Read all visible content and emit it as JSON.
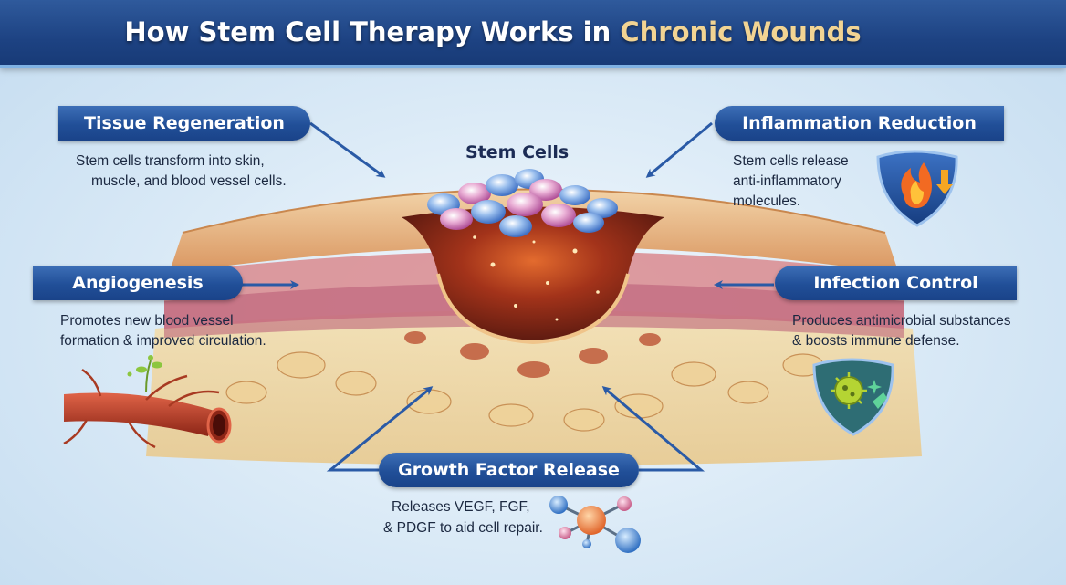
{
  "title": {
    "main": "How Stem Cell Therapy Works in",
    "highlight": "Chronic Wounds"
  },
  "center_label": "Stem Cells",
  "sections": {
    "tissue_regeneration": {
      "heading": "Tissue Regeneration",
      "line1": "Stem cells transform into skin,",
      "line2": "muscle, and blood vessel cells."
    },
    "inflammation_reduction": {
      "heading": "Inflammation Reduction",
      "line1": "Stem cells release",
      "line2": "anti-inflammatory",
      "line3": "molecules."
    },
    "angiogenesis": {
      "heading": "Angiogenesis",
      "line1": "Promotes new blood vessel",
      "line2": "formation & improved circulation."
    },
    "infection_control": {
      "heading": "Infection Control",
      "line1": "Produces antimicrobial substances",
      "line2": "& boosts immune defense."
    },
    "growth_factor_release": {
      "heading": "Growth Factor Release",
      "line1": "Releases VEGF, FGF,",
      "line2": "& PDGF to aid cell repair."
    }
  },
  "icons": [
    "flame-shield-icon",
    "microbe-shield-icon",
    "molecule-icon",
    "blood-vessel-icon",
    "stem-cell-cluster-icon",
    "wound-tissue-icon"
  ],
  "colors": {
    "title_bar": "#1d4282",
    "title_highlight": "#f2d493",
    "pill": "#214f98",
    "arrow": "#2a5aa6",
    "text": "#1b2840"
  }
}
